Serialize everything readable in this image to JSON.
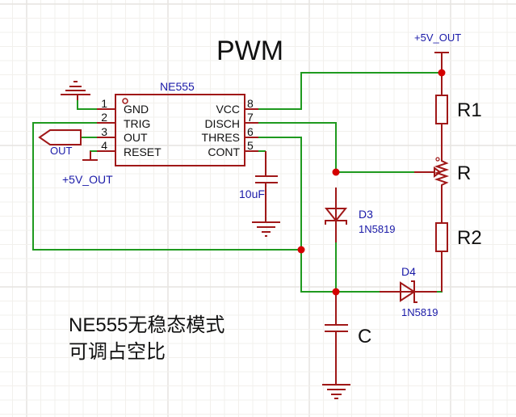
{
  "title": "PWM",
  "note_line1": "NE555无稳态模式",
  "note_line2": "可调占空比",
  "ic": {
    "name": "NE555",
    "pins_left": [
      {
        "num": "1",
        "label": "GND"
      },
      {
        "num": "2",
        "label": "TRIG"
      },
      {
        "num": "3",
        "label": "OUT"
      },
      {
        "num": "4",
        "label": "RESET"
      }
    ],
    "pins_right": [
      {
        "num": "8",
        "label": "VCC"
      },
      {
        "num": "7",
        "label": "DISCH"
      },
      {
        "num": "6",
        "label": "THRES"
      },
      {
        "num": "5",
        "label": "CONT"
      }
    ]
  },
  "net_labels": {
    "out_port": "OUT",
    "reset_power": "+5V_OUT",
    "vcc_power": "+5V_OUT"
  },
  "components": {
    "r1": "R1",
    "pot": "R",
    "r2": "R2",
    "c_timing": "C",
    "c_cont": "10uF",
    "d3_ref": "D3",
    "d3_value": "1N5819",
    "d4_ref": "D4",
    "d4_value": "1N5819"
  },
  "colors": {
    "wire": "#1f9a1f",
    "part": "#a01818",
    "junction": "#d40000",
    "label_blue": "#1a1aa8"
  }
}
